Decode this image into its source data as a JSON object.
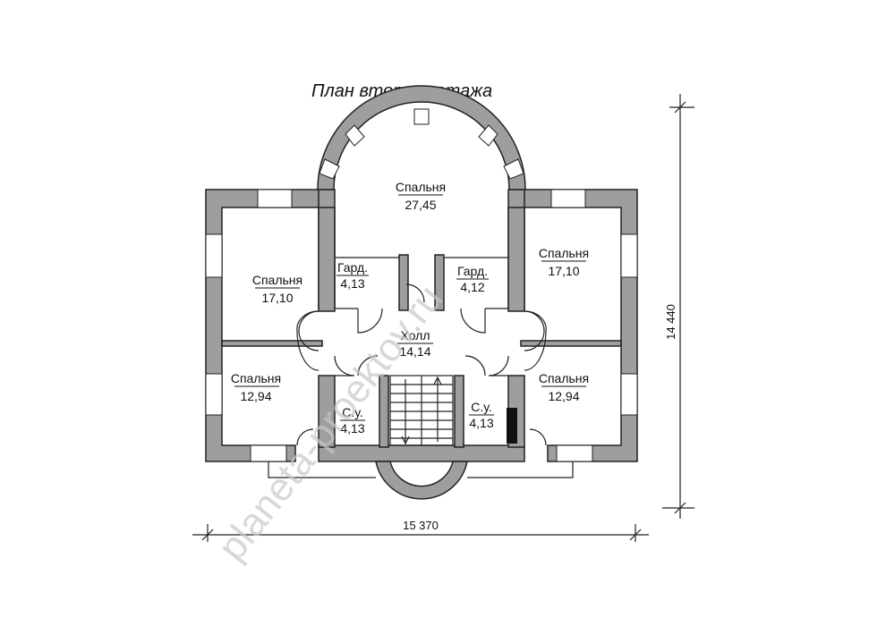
{
  "title": "План второго этажа",
  "watermark": "planeta-proektov.ru",
  "rooms": [
    {
      "name": "Спальня",
      "area": "27,45"
    },
    {
      "name": "Спальня",
      "area": "17,10"
    },
    {
      "name": "Спальня",
      "area": "17,10"
    },
    {
      "name": "Гард.",
      "area": "4,13"
    },
    {
      "name": "Гард.",
      "area": "4,12"
    },
    {
      "name": "Холл",
      "area": "14,14"
    },
    {
      "name": "Спальня",
      "area": "12,94"
    },
    {
      "name": "Спальня",
      "area": "12,94"
    },
    {
      "name": "С.у.",
      "area": "4,13"
    },
    {
      "name": "С.у.",
      "area": "4,13"
    }
  ],
  "dimensions": {
    "width": "15 370",
    "height": "14 440"
  }
}
